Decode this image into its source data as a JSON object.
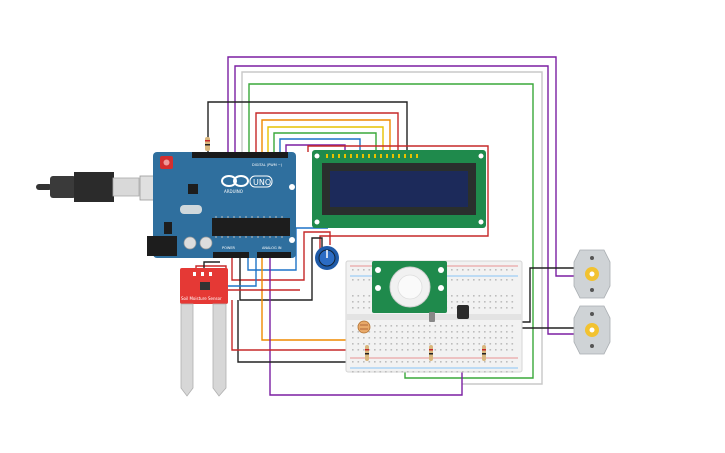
{
  "arduino": {
    "logo_text": "ARDUINO",
    "model": "UNO",
    "header_digital": "DIGITAL (PWM ~)",
    "header_power": "POWER",
    "header_analog": "ANALOG IN"
  },
  "sensor": {
    "label": "Soil Moisture Sensor"
  },
  "colors": {
    "arduino_blue": "#2f6f9e",
    "lcd_green": "#1f8a4c",
    "lcd_screen": "#1c2a5a",
    "wire_red": "#c62828",
    "wire_black": "#222222",
    "wire_purple": "#7b1fa2",
    "wire_orange": "#ef8a00",
    "wire_green": "#3aa83a",
    "wire_blue": "#1e74c8",
    "wire_yellow": "#e6c200",
    "sensor_red": "#e53935"
  }
}
